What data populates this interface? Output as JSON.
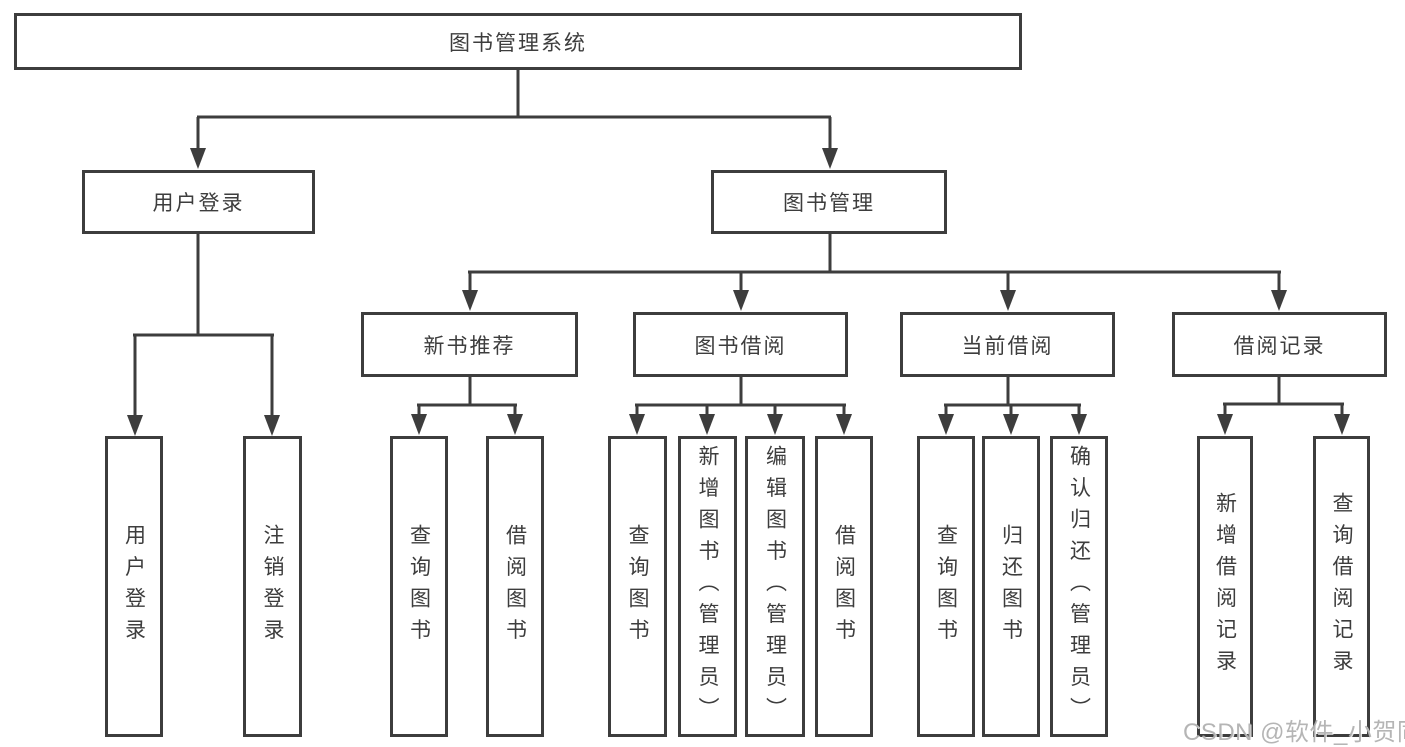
{
  "diagram_title": "图书管理系统",
  "tree": {
    "label": "图书管理系统",
    "children": [
      {
        "label": "用户登录",
        "children": [
          {
            "label": "用户登录"
          },
          {
            "label": "注销登录"
          }
        ]
      },
      {
        "label": "图书管理",
        "children": [
          {
            "label": "新书推荐",
            "children": [
              {
                "label": "查询图书"
              },
              {
                "label": "借阅图书"
              }
            ]
          },
          {
            "label": "图书借阅",
            "children": [
              {
                "label": "查询图书"
              },
              {
                "label": "新增图书（管理员）"
              },
              {
                "label": "编辑图书（管理员）"
              },
              {
                "label": "借阅图书"
              }
            ]
          },
          {
            "label": "当前借阅",
            "children": [
              {
                "label": "查询图书"
              },
              {
                "label": "归还图书"
              },
              {
                "label": "确认归还（管理员）"
              }
            ]
          },
          {
            "label": "借阅记录",
            "children": [
              {
                "label": "新增借阅记录"
              },
              {
                "label": "查询借阅记录"
              }
            ]
          }
        ]
      }
    ]
  },
  "watermark": {
    "text": "CSDN @软件_小贺同学"
  },
  "colors": {
    "line": "#3d3d3d",
    "text": "#3d3d3d",
    "box_background": "#ffffff",
    "page_background": "#ffffff",
    "watermark": "#afafaf"
  }
}
